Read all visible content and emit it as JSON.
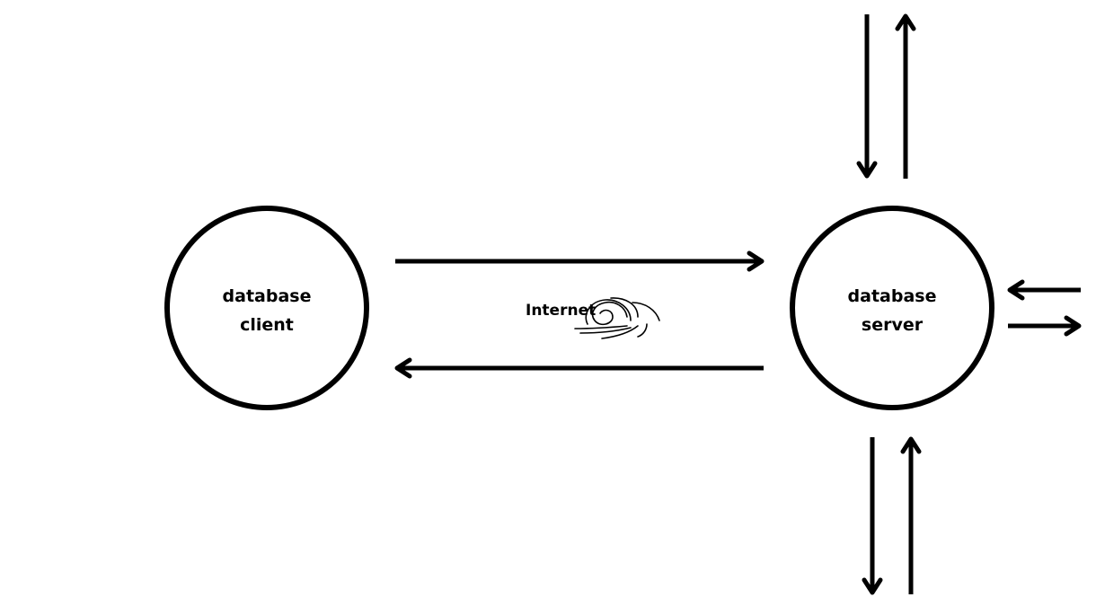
{
  "nodes": {
    "client": {
      "line1": "database",
      "line2": "client"
    },
    "server": {
      "line1": "database",
      "line2": "server"
    }
  },
  "edges": {
    "network_label": "Internet",
    "network_icon": "internet-swirl-icon"
  },
  "colors": {
    "stroke": "#000000",
    "background": "#ffffff"
  }
}
